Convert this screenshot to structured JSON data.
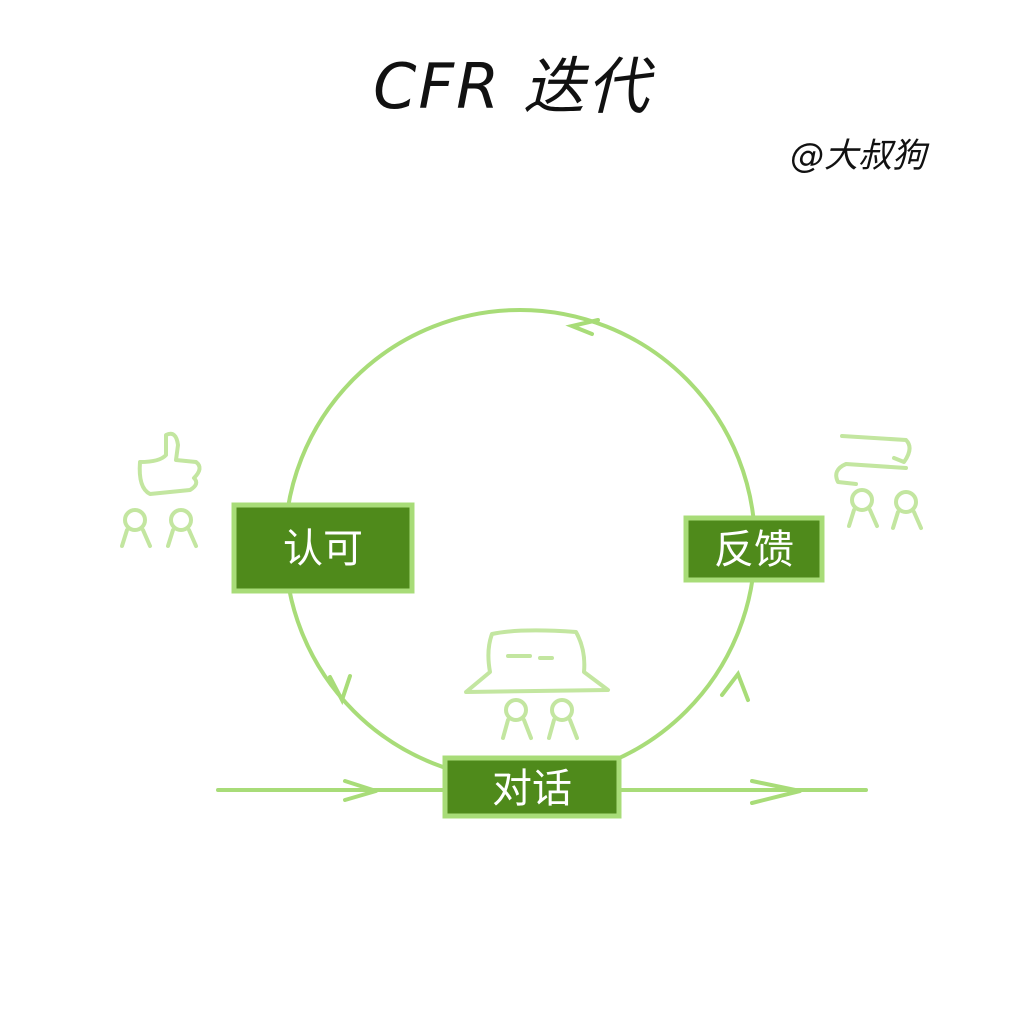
{
  "title": "CFR 迭代",
  "signature": "@大叔狗",
  "colors": {
    "circle": "#a8dc78",
    "box_fill": "#4f8a1b",
    "box_border": "#a8dc78",
    "icon": "#c3e6a0",
    "text_dark": "#111111"
  },
  "nodes": {
    "approval": "认可",
    "feedback": "反馈",
    "dialogue": "对话"
  },
  "icons": {
    "approval": [
      "thumbs-up-icon",
      "people-icon"
    ],
    "feedback": [
      "exchange-arrows-icon",
      "people-icon"
    ],
    "dialogue": [
      "speech-bubble-icon",
      "people-icon"
    ]
  }
}
